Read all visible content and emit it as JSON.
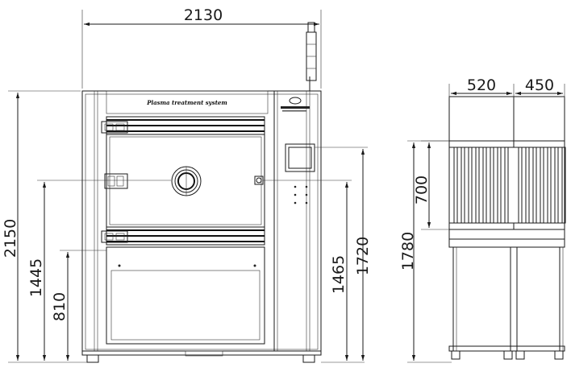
{
  "dimensions": {
    "overall_width": "2130",
    "overall_height": "2150",
    "height_1445": "1445",
    "height_810": "810",
    "height_1465": "1465",
    "height_1720": "1720",
    "side_width_1": "520",
    "side_width_2": "450",
    "side_upper_height": "700",
    "side_total_height": "1780"
  },
  "labels": {
    "door_title": "Plasma treatment system"
  },
  "colors": {
    "line": "#1a1a1a",
    "background": "#ffffff"
  }
}
